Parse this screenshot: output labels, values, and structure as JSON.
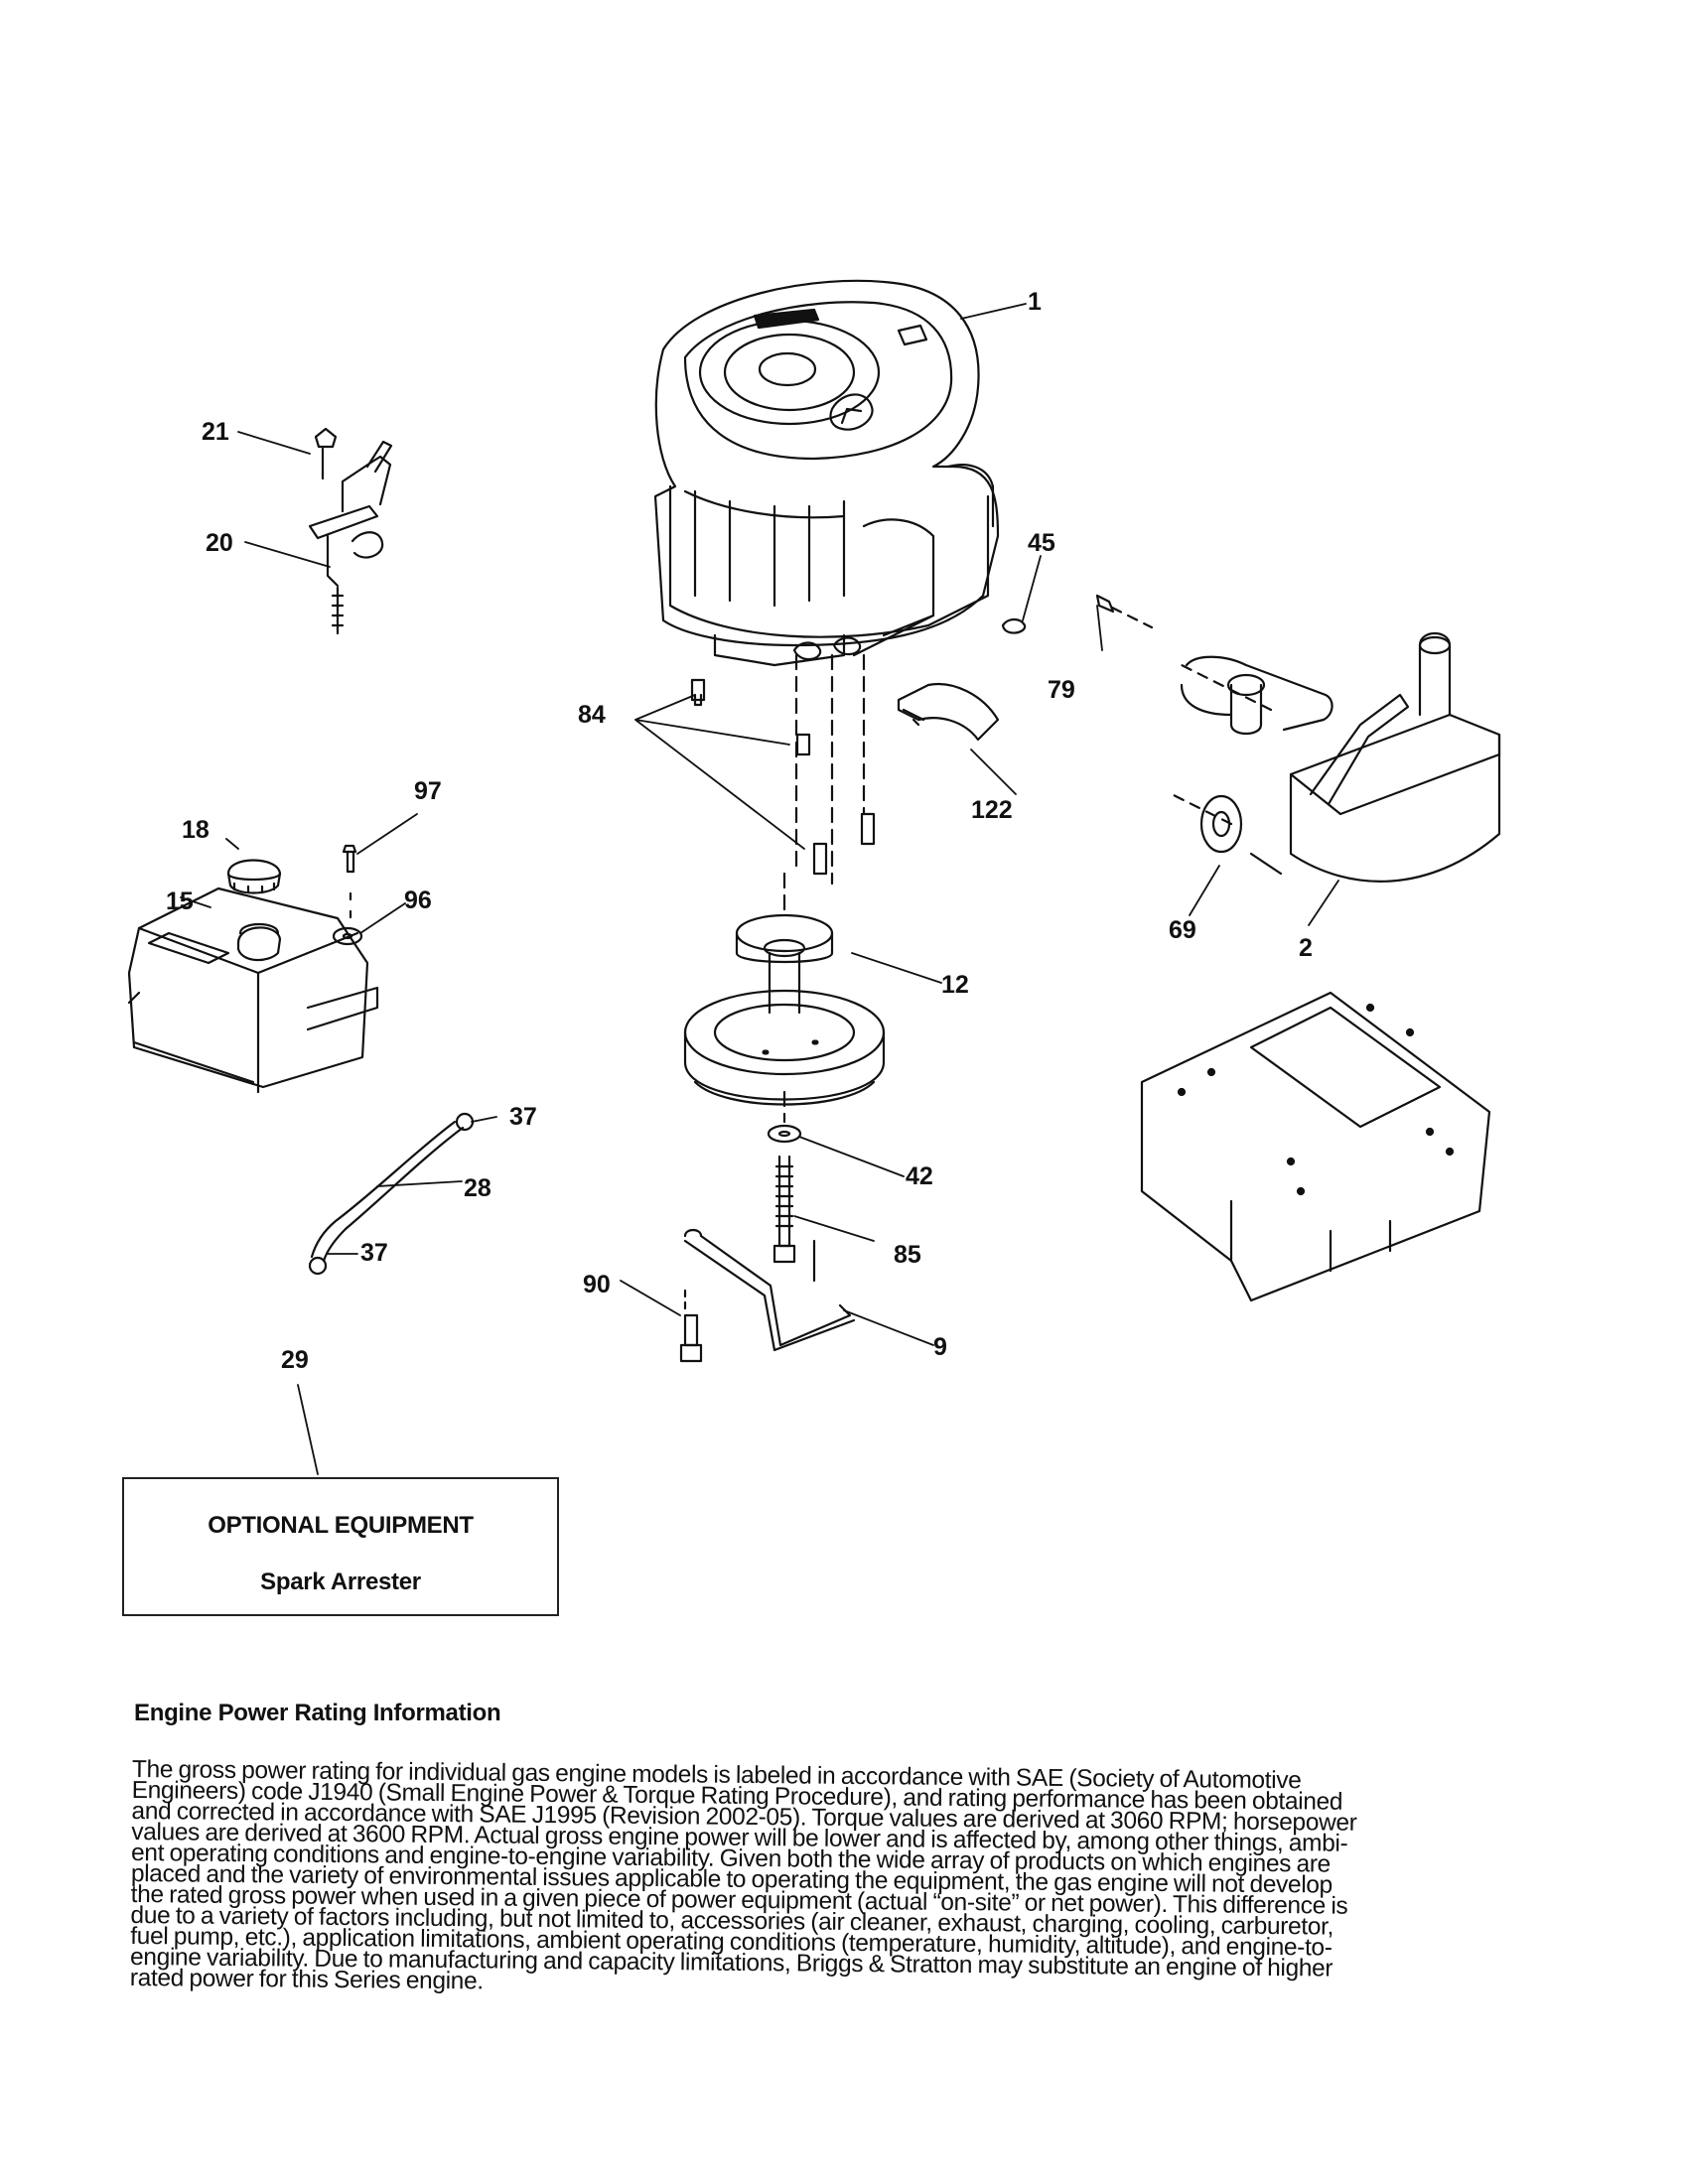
{
  "callouts": {
    "c1": "1",
    "c2": "2",
    "c9": "9",
    "c12": "12",
    "c15": "15",
    "c18": "18",
    "c20": "20",
    "c21": "21",
    "c28": "28",
    "c29": "29",
    "c37a": "37",
    "c37b": "37",
    "c42": "42",
    "c45": "45",
    "c69": "69",
    "c79": "79",
    "c84": "84",
    "c85": "85",
    "c90": "90",
    "c96": "96",
    "c97": "97",
    "c122": "122"
  },
  "optional_equipment": {
    "title": "OPTIONAL EQUIPMENT",
    "item": "Spark Arrester"
  },
  "engine_power_rating": {
    "heading": "Engine Power Rating Information",
    "lines": [
      "The gross power rating for individual gas engine models is labeled in accordance with SAE (Society of Automotive",
      "Engineers) code J1940 (Small Engine Power & Torque Rating Procedure), and rating performance has been obtained",
      "and corrected in accordance with SAE J1995 (Revision 2002-05). Torque values are derived at 3060 RPM; horsepower",
      "values are derived at 3600 RPM. Actual gross engine power will be lower and is affected by, among other things, ambi-",
      "ent operating conditions and engine-to-engine variability. Given both the wide array of products on which engines are",
      "placed and the variety of environmental issues applicable to operating the equipment, the gas engine will not develop",
      "the rated gross power when used in a given piece of power equipment (actual “on-site” or net power). This difference is",
      "due to a variety of factors including, but not limited to, accessories (air cleaner, exhaust, charging, cooling, carburetor,",
      "fuel pump, etc.), application limitations, ambient operating conditions (temperature, humidity, altitude), and engine-to-",
      "engine variability. Due to manufacturing and capacity limitations, Briggs & Stratton may substitute an engine of higher",
      "rated power for this Series engine."
    ]
  }
}
